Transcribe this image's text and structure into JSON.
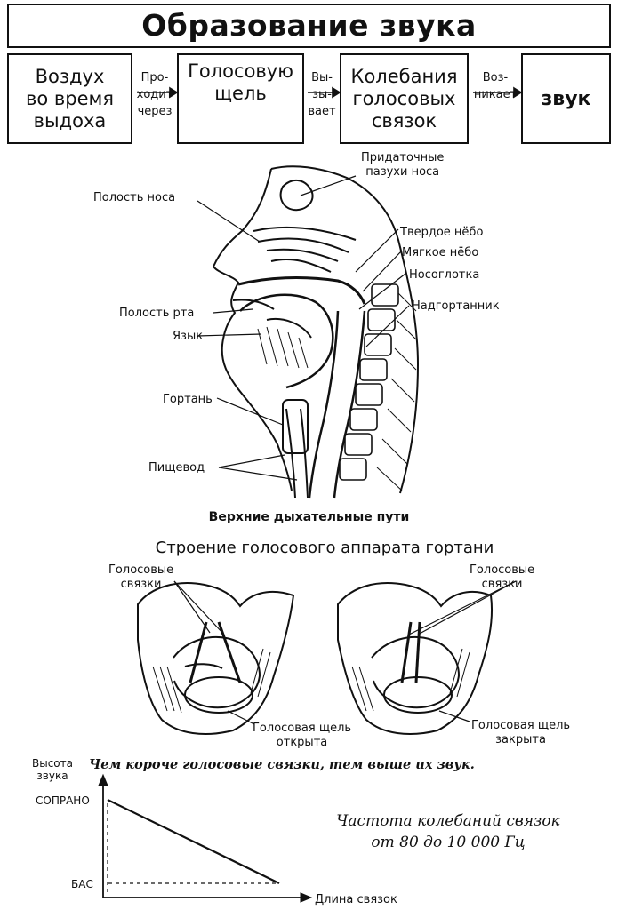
{
  "title": "Образование звука",
  "flow": {
    "boxes": [
      "Воздух\nво время\nвыдоха",
      "Голосовую\nщель",
      "Колебания\nголосовых\nсвязок",
      "звук"
    ],
    "connectors": [
      "Про-\nходит\nчерез",
      "Вы-\nзы-\nвает",
      "Воз-\nникает"
    ]
  },
  "airway": {
    "labels": {
      "nasal_cavity": "Полость носа",
      "sinuses": "Придаточные\nпазухи носа",
      "hard_palate": "Твердое нёбо",
      "soft_palate": "Мягкое нёбо",
      "nasopharynx": "Носоглотка",
      "oral_cavity": "Полость рта",
      "epiglottis": "Надгортанник",
      "tongue": "Язык",
      "larynx": "Гортань",
      "esophagus": "Пищевод"
    },
    "caption": "Верхние дыхательные пути"
  },
  "larynx": {
    "heading": "Строение голосового аппарата гортани",
    "left_cords": "Голосовые\nсвязки",
    "right_cords": "Голосовые\nсвязки",
    "open": "Голосовая щель\nоткрыта",
    "closed": "Голосовая щель\nзакрыта"
  },
  "pitch": {
    "rule": "Чем короче голосовые связки, тем выше их звук.",
    "y_label": "Высота\nзвука",
    "x_label": "Длина связок",
    "soprano": "СОПРАНО",
    "bass": "БАС",
    "frequency": "Частота колебаний связок\nот 80 до 10 000 Гц"
  }
}
